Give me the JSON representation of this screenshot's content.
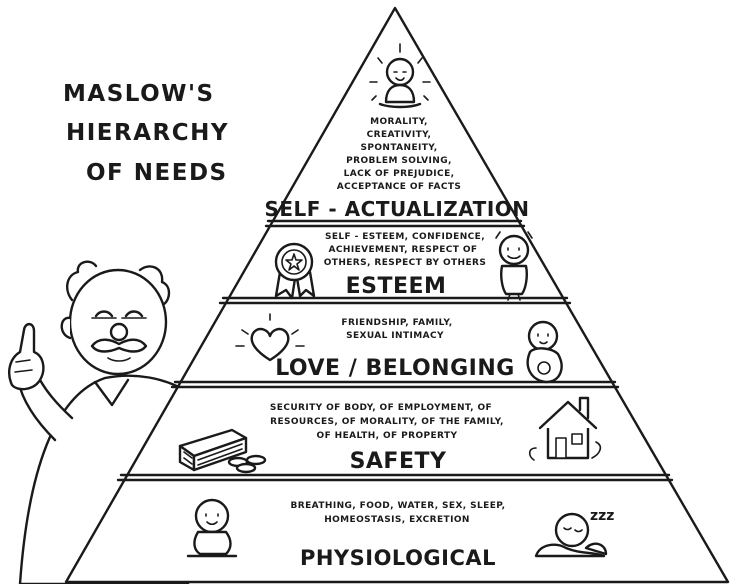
{
  "heading": [
    "MASLOW'S",
    "HIERARCHY",
    "OF NEEDS"
  ],
  "levels": [
    {
      "title": "SELF - ACTUALIZATION",
      "desc": [
        "MORALITY,",
        "CREATIVITY,",
        "SPONTANEITY,",
        "PROBLEM SOLVING,",
        "LACK OF PREJUDICE,",
        "ACCEPTANCE OF FACTS"
      ],
      "icon": "meditating-person-icon"
    },
    {
      "title": "ESTEEM",
      "desc": [
        "SELF - ESTEEM, CONFIDENCE,",
        "ACHIEVEMENT, RESPECT OF",
        "OTHERS, RESPECT BY OTHERS"
      ],
      "icon": "award-ribbon-icon"
    },
    {
      "title": "LOVE / BELONGING",
      "desc": [
        "FRIENDSHIP, FAMILY,",
        "SEXUAL INTIMACY"
      ],
      "icon": "heart-icon"
    },
    {
      "title": "SAFETY",
      "desc": [
        "SECURITY OF BODY, OF EMPLOYMENT, OF",
        "RESOURCES, OF MORALITY, OF THE FAMILY,",
        "OF HEALTH, OF PROPERTY"
      ],
      "icon": "house-icon"
    },
    {
      "title": "PHYSIOLOGICAL",
      "desc": [
        "BREATHING, FOOD, WATER, SEX, SLEEP,",
        "HOMEOSTASIS, EXCRETION"
      ],
      "icon": "sleeping-person-icon"
    }
  ],
  "sleep_label": "zzz",
  "colors": {
    "ink": "#1a1a1a",
    "paper": "#ffffff"
  }
}
